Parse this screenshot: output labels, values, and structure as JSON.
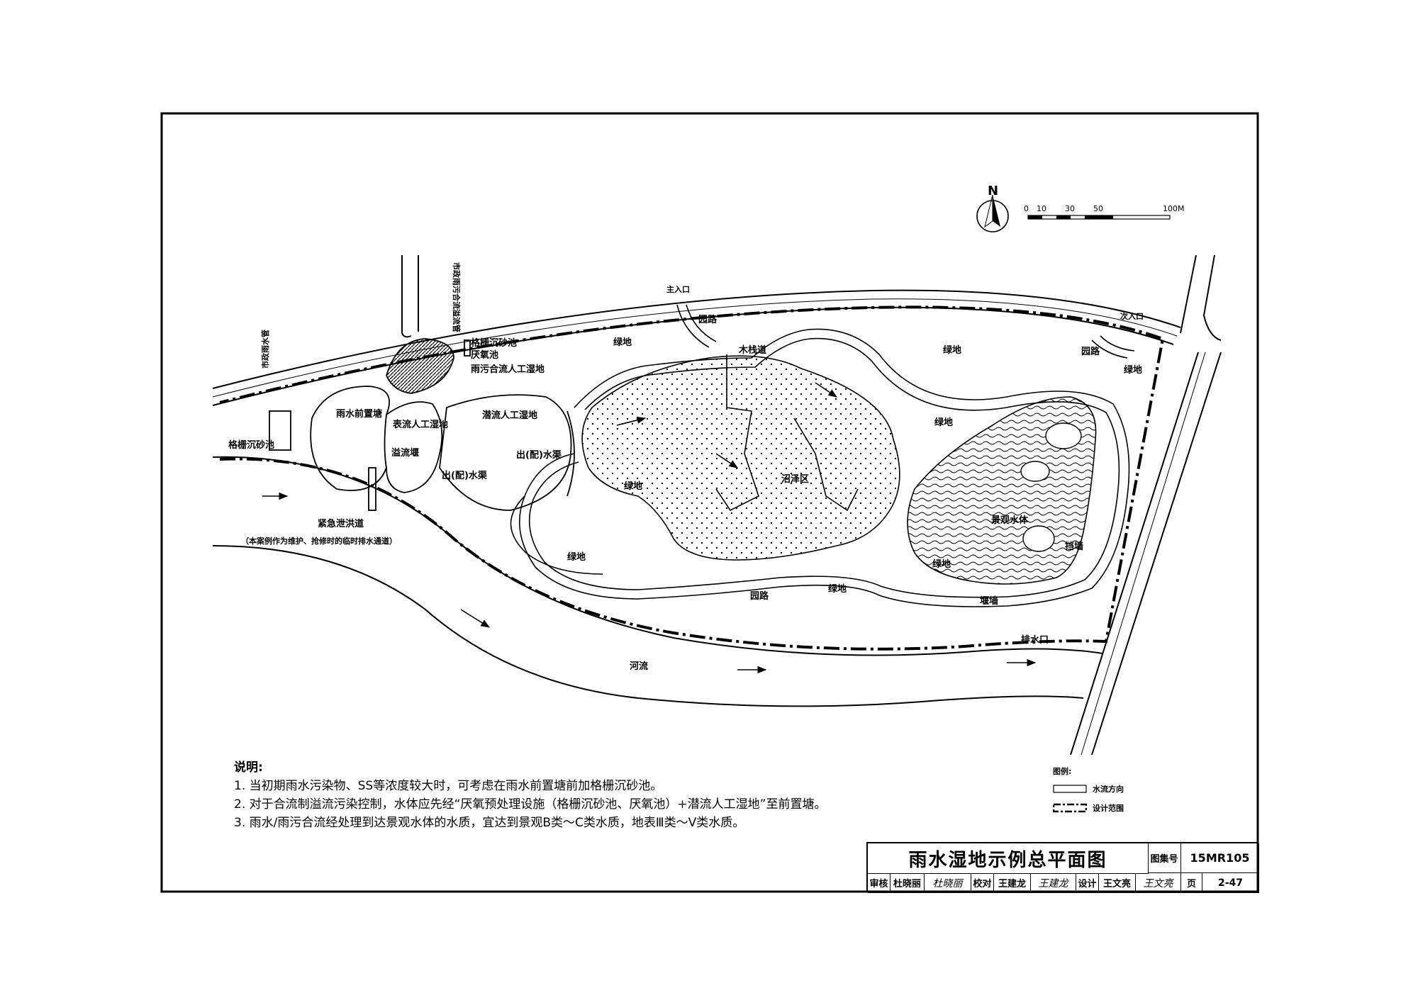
{
  "drawing": {
    "labels": {
      "green1": "绿地",
      "green2": "绿地",
      "green3": "绿地",
      "green4": "绿地",
      "green5": "绿地",
      "green6": "绿地",
      "green7": "绿地",
      "green8": "绿地",
      "path1": "园路",
      "path2": "园路",
      "path3": "园路",
      "boardwalk": "木栈道",
      "marsh": "沼泽区",
      "landscape_water": "景观水体",
      "retaining_wall": "挡墙",
      "weir": "堰墙",
      "outlet": "排水口",
      "river": "河流",
      "rain_pond": "雨水前置塘",
      "surface_wetland": "表流人工湿地",
      "subsurface_wetland": "潜流人工湿地",
      "outlet_channel1": "出(配)水渠",
      "outlet_channel2": "出(配)水渠",
      "overflow_weir": "溢流堰",
      "screen_grit": "格栅沉砂池",
      "screen_grit2": "格栅沉砂池",
      "anaerobic": "厌氧池",
      "combined_wetland": "雨污合流人工湿地",
      "municipal_pipe": "市政雨水管",
      "combined_pipe": "市政雨污合流溢流管",
      "emergency": "紧急泄洪道",
      "emergency_note": "（本案例作为维护、抢修时的临时排水通道）",
      "main_entrance": "主入口",
      "secondary_entrance": "次入口",
      "north": "N"
    },
    "scale": {
      "ticks": [
        "0",
        "10",
        "30",
        "50",
        "100M"
      ]
    }
  },
  "notes": {
    "title": "说明:",
    "items": [
      "1. 当初期雨水污染物、SS等浓度较大时，可考虑在雨水前置塘前加格栅沉砂池。",
      "2. 对于合流制溢流污染控制，水体应先经“厌氧预处理设施（格栅沉砂池、厌氧池）+潜流人工湿地”至前置塘。",
      "3. 雨水/雨污合流经处理到达景观水体的水质，宜达到景观B类～C类水质，地表Ⅲ类～Ⅴ类水质。"
    ]
  },
  "legend": {
    "title": "图例:",
    "flow": "水流方向",
    "boundary": "设计范围"
  },
  "titleblock": {
    "title": "雨水湿地示例总平面图",
    "atlas_label": "图集号",
    "atlas_no": "15MR105",
    "review_label": "审核",
    "reviewer": "杜晓丽",
    "reviewer_sig": "杜晓丽",
    "check_label": "校对",
    "checker": "王建龙",
    "checker_sig": "王建龙",
    "design_label": "设计",
    "designer": "王文亮",
    "designer_sig": "王文亮",
    "page_label": "页",
    "page_no": "2-47"
  }
}
